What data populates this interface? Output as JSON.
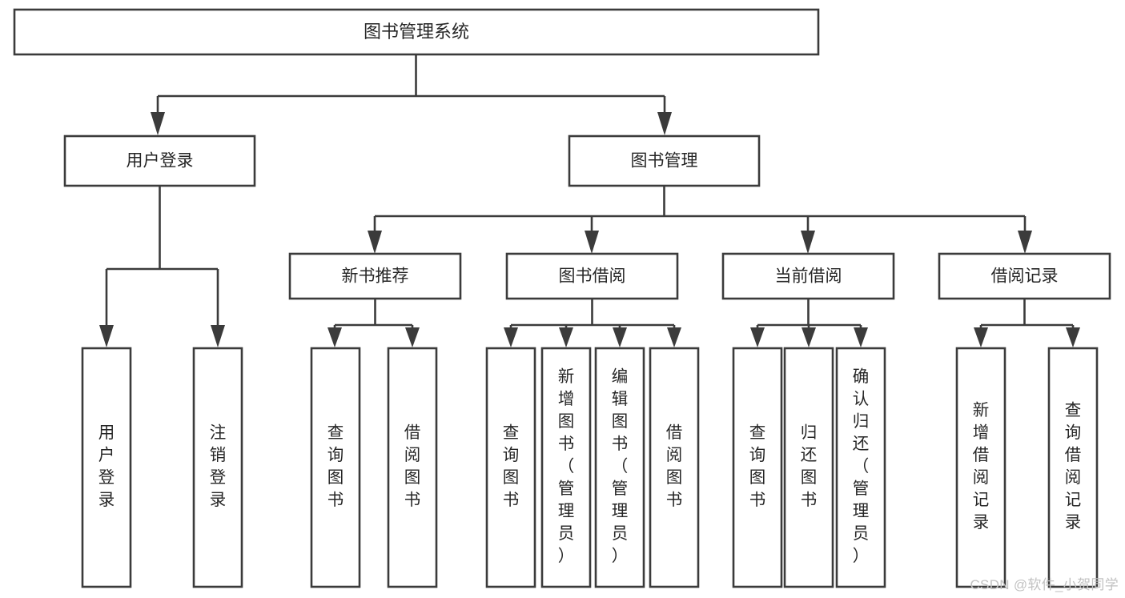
{
  "diagram": {
    "title": "图书管理系统",
    "type": "function-structure-tree",
    "watermark": "CSDN @软件_小贺同学",
    "colors": {
      "stroke": "#3b3b3b",
      "box_fill": "#ffffff",
      "text": "#262626",
      "background": "#ffffff",
      "watermark": "#c2c2c2"
    },
    "levels": [
      {
        "level": 0,
        "nodes": [
          {
            "id": "root",
            "label": "图书管理系统",
            "orientation": "horizontal"
          }
        ]
      },
      {
        "level": 1,
        "nodes": [
          {
            "id": "login",
            "label": "用户登录",
            "orientation": "horizontal",
            "parent": "root"
          },
          {
            "id": "bookmgmt",
            "label": "图书管理",
            "orientation": "horizontal",
            "parent": "root"
          }
        ]
      },
      {
        "level": 2,
        "nodes": [
          {
            "id": "newbook",
            "label": "新书推荐",
            "orientation": "horizontal",
            "parent": "bookmgmt"
          },
          {
            "id": "borrow",
            "label": "图书借阅",
            "orientation": "horizontal",
            "parent": "bookmgmt"
          },
          {
            "id": "current",
            "label": "当前借阅",
            "orientation": "horizontal",
            "parent": "bookmgmt"
          },
          {
            "id": "record",
            "label": "借阅记录",
            "orientation": "horizontal",
            "parent": "bookmgmt"
          }
        ]
      },
      {
        "level": 3,
        "nodes": [
          {
            "id": "leaf1",
            "label": "用户登录",
            "orientation": "vertical",
            "parent": "login"
          },
          {
            "id": "leaf2",
            "label": "注销登录",
            "orientation": "vertical",
            "parent": "login"
          },
          {
            "id": "leaf3",
            "label": "查询图书",
            "orientation": "vertical",
            "parent": "newbook"
          },
          {
            "id": "leaf4",
            "label": "借阅图书",
            "orientation": "vertical",
            "parent": "newbook"
          },
          {
            "id": "leaf5",
            "label": "查询图书",
            "orientation": "vertical",
            "parent": "borrow"
          },
          {
            "id": "leaf6",
            "label": "新增图书（管理员）",
            "orientation": "vertical",
            "parent": "borrow"
          },
          {
            "id": "leaf7",
            "label": "编辑图书（管理员）",
            "orientation": "vertical",
            "parent": "borrow"
          },
          {
            "id": "leaf8",
            "label": "借阅图书",
            "orientation": "vertical",
            "parent": "borrow"
          },
          {
            "id": "leaf9",
            "label": "查询图书",
            "orientation": "vertical",
            "parent": "current"
          },
          {
            "id": "leaf10",
            "label": "归还图书",
            "orientation": "vertical",
            "parent": "current"
          },
          {
            "id": "leaf11",
            "label": "确认归还（管理员）",
            "orientation": "vertical",
            "parent": "current"
          },
          {
            "id": "leaf12",
            "label": "新增借阅记录",
            "orientation": "vertical",
            "parent": "record"
          },
          {
            "id": "leaf13",
            "label": "查询借阅记录",
            "orientation": "vertical",
            "parent": "record"
          }
        ]
      }
    ]
  }
}
